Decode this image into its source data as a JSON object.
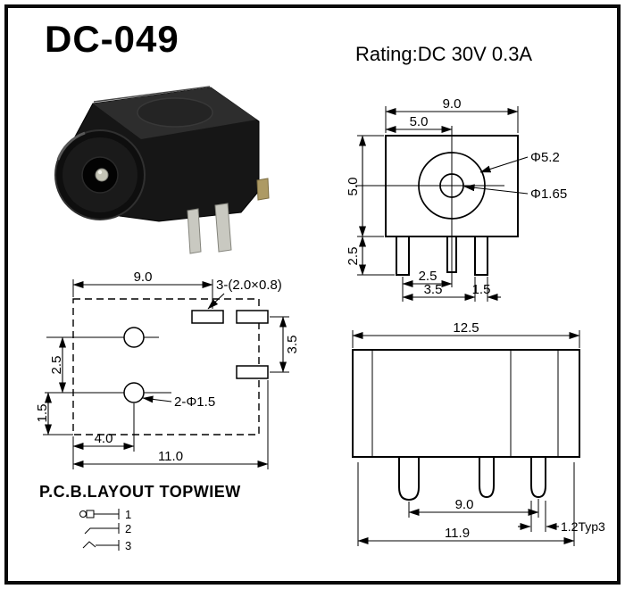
{
  "header": {
    "title": "DC-049",
    "rating": "Rating:DC 30V 0.3A"
  },
  "front_view": {
    "dim_total_width": "9.0",
    "dim_half_width": "5.0",
    "dim_height": "5.0",
    "dim_pin_length": "2.5",
    "label_outer_dia": "Φ5.2",
    "label_inner_dia": "Φ1.65",
    "dim_pin_pitch": "2.5",
    "dim_pin_span": "3.5",
    "dim_pin_offset": "1.5"
  },
  "pcb_layout": {
    "dim_width": "9.0",
    "label_pads": "3-(2.0×0.8)",
    "dim_pad_spacing": "3.5",
    "dim_hole_pitch": "2.5",
    "dim_edge_offset": "1.5",
    "label_holes": "2-Φ1.5",
    "dim_hole_x": "4.0",
    "dim_total_width": "11.0",
    "caption": "P.C.B.LAYOUT TOPWIEW",
    "legend": {
      "pin1": "1",
      "pin2": "2",
      "pin3": "3"
    }
  },
  "side_view": {
    "dim_top_width": "12.5",
    "dim_pin_span": "9.0",
    "label_pin_dia": "1.2Typ3",
    "dim_bottom_width": "11.9"
  },
  "colors": {
    "drawing_line": "#000000",
    "connector_body": "#161616",
    "background": "#ffffff"
  }
}
